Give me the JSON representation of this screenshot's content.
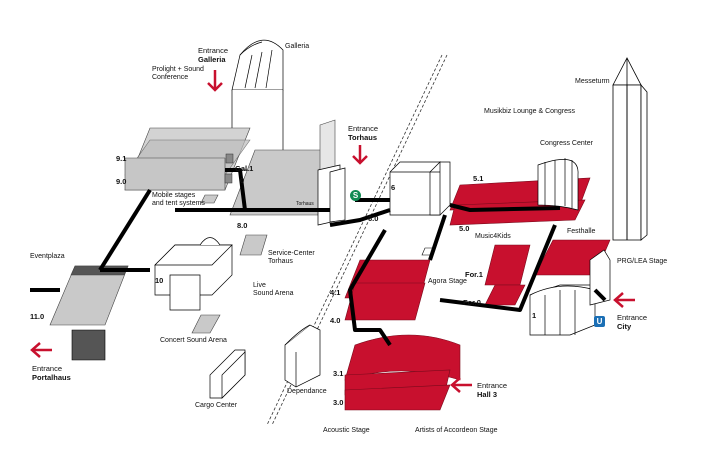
{
  "colors": {
    "hall": "#c8102e",
    "hall_outline": "#7a0a1c",
    "grey": "#cfcfcf",
    "path": "#000000",
    "arrow": "#c8102e",
    "sbahn": "#118a53",
    "ubahn": "#1b6fb5"
  },
  "buildings": {
    "galleria": "Galleria",
    "messeturm": "Messeturm",
    "musikbiz": "Musikbiz Lounge & Congress",
    "congress_center": "Congress Center",
    "torhaus_small": "Torhaus",
    "festhalle": "Festhalle",
    "music4kids": "Music4Kids",
    "prg_lea": "PRG/LEA Stage",
    "agora": "Agora Stage",
    "service_center": "Service-Center",
    "service_center_2": "Torhaus",
    "live_sound_arena": "Live",
    "live_sound_arena_2": "Sound Arena",
    "concert_sound_arena": "Concert Sound Arena",
    "cargo_center": "Cargo Center",
    "dependance": "Dependance",
    "eventplaza": "Eventplaza",
    "mobile_stages": "Mobile stages",
    "mobile_stages_2": "and tent systems",
    "prolight_conf": "Prolight + Sound",
    "prolight_conf_2": "Conference",
    "acoustic_stage": "Acoustic Stage",
    "accordeon_stage": "Artists of Accordeon Stage"
  },
  "levels": {
    "l91": "9.1",
    "l90": "9.0",
    "gal1": "Gal.1",
    "zero": "0",
    "l80": "8.0",
    "l60": "6.0",
    "l6": "6",
    "l51": "5.1",
    "l50": "5.0",
    "l41": "4.1",
    "l40": "4.0",
    "l31": "3.1",
    "l30": "3.0",
    "l110": "11.0",
    "l10": "10",
    "for1": "For.1",
    "for0": "For.0",
    "l1": "1"
  },
  "entrances": {
    "galleria": {
      "pre": "Entrance",
      "name": "Galleria"
    },
    "torhaus": {
      "pre": "Entrance",
      "name": "Torhaus"
    },
    "portalhaus": {
      "pre": "Entrance",
      "name": "Portalhaus"
    },
    "city": {
      "pre": "Entrance",
      "name": "City"
    },
    "hall3": {
      "pre": "Entrance",
      "name": "Hall 3"
    }
  },
  "transit": {
    "sbahn": "S",
    "ubahn": "U"
  }
}
